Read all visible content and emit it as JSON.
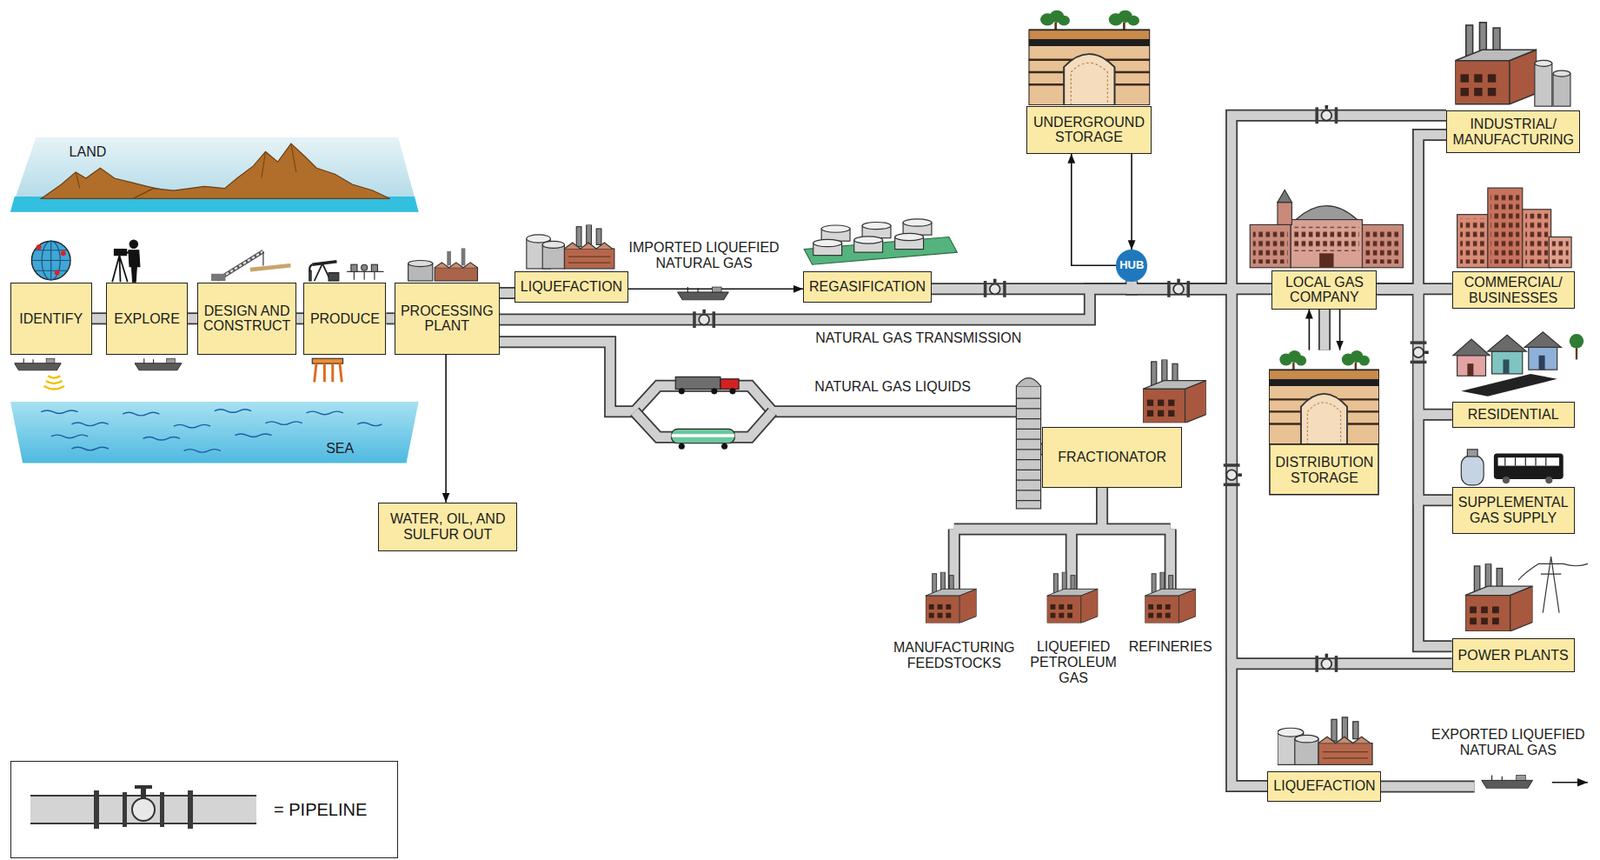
{
  "diagram": {
    "nodes": [
      {
        "text": [
          "LAND"
        ]
      },
      {
        "text": [
          "IDENTIFY"
        ]
      },
      {
        "text": [
          "EXPLORE"
        ]
      },
      {
        "text": [
          "DESIGN AND CONSTRUCT"
        ]
      },
      {
        "text": [
          "PRODUCE"
        ]
      },
      {
        "text": [
          "PROCESSING PLANT"
        ]
      },
      {
        "text": [
          "SEA"
        ]
      },
      {
        "text": [
          "WATER, OIL, AND SULFUR OUT"
        ]
      },
      {
        "text": [
          "LIQUEFACTION"
        ]
      },
      {
        "text": [
          "REGASIFICATION"
        ]
      },
      {
        "text": [
          "UNDERGROUND STORAGE"
        ]
      },
      {
        "text": [
          "HUB"
        ]
      },
      {
        "text": [
          "FRACTIONATOR"
        ]
      },
      {
        "text": [
          "LOCAL GAS COMPANY"
        ]
      },
      {
        "text": [
          "DISTRIBUTION STORAGE"
        ]
      },
      {
        "text": [
          "INDUSTRIAL/ MANUFACTURING"
        ]
      },
      {
        "text": [
          "COMMERCIAL/ BUSINESSES"
        ]
      },
      {
        "text": [
          "RESIDENTIAL"
        ]
      },
      {
        "text": [
          "SUPPLEMENTAL GAS SUPPLY"
        ]
      },
      {
        "text": [
          "POWER PLANTS"
        ]
      },
      {
        "text": [
          "LIQUEFACTION"
        ]
      }
    ],
    "edges": [
      {
        "from": 1,
        "to": 2,
        "arrow": "none"
      },
      {
        "from": 2,
        "to": 3,
        "arrow": "none"
      },
      {
        "from": 3,
        "to": 4,
        "arrow": "none"
      },
      {
        "from": 4,
        "to": 5,
        "arrow": "none"
      },
      {
        "from": 5,
        "to": 7,
        "arrow": "to"
      },
      {
        "from": 5,
        "to": 8,
        "arrow": "none"
      },
      {
        "from": 8,
        "to": 9,
        "arrow": "to",
        "label": "IMPORTED LIQUEFIED NATURAL GAS"
      },
      {
        "from": 5,
        "to": 11,
        "arrow": "none",
        "label": "NATURAL GAS TRANSMISSION"
      },
      {
        "from": 9,
        "to": 11,
        "arrow": "none"
      },
      {
        "from": 11,
        "to": 10,
        "arrow": "to"
      },
      {
        "from": 10,
        "to": 11,
        "arrow": "to"
      },
      {
        "from": 5,
        "to": 12,
        "arrow": "none",
        "label": "NATURAL GAS LIQUIDS"
      },
      {
        "from": 11,
        "to": 13,
        "arrow": "none"
      },
      {
        "from": 11,
        "to": 15,
        "arrow": "none"
      },
      {
        "from": 11,
        "to": 19,
        "arrow": "none"
      },
      {
        "from": 11,
        "to": 20,
        "arrow": "none"
      },
      {
        "from": 13,
        "to": 16,
        "arrow": "none"
      },
      {
        "from": 13,
        "to": 15,
        "arrow": "none"
      },
      {
        "from": 13,
        "to": 17,
        "arrow": "none"
      },
      {
        "from": 13,
        "to": 18,
        "arrow": "none"
      },
      {
        "from": 13,
        "to": 19,
        "arrow": "none"
      },
      {
        "from": 13,
        "to": 14,
        "arrow": "none"
      },
      {
        "from": 13,
        "to": 14,
        "arrow": "to"
      },
      {
        "from": 14,
        "to": 13,
        "arrow": "to"
      }
    ],
    "labels": [
      "MANUFACTURING FEEDSTOCKS",
      "LIQUEFIED PETROLEUM GAS",
      "REFINERIES",
      "EXPORTED LIQUEFIED NATURAL GAS"
    ],
    "legend": [
      {
        "text": "= PIPELINE"
      }
    ]
  }
}
